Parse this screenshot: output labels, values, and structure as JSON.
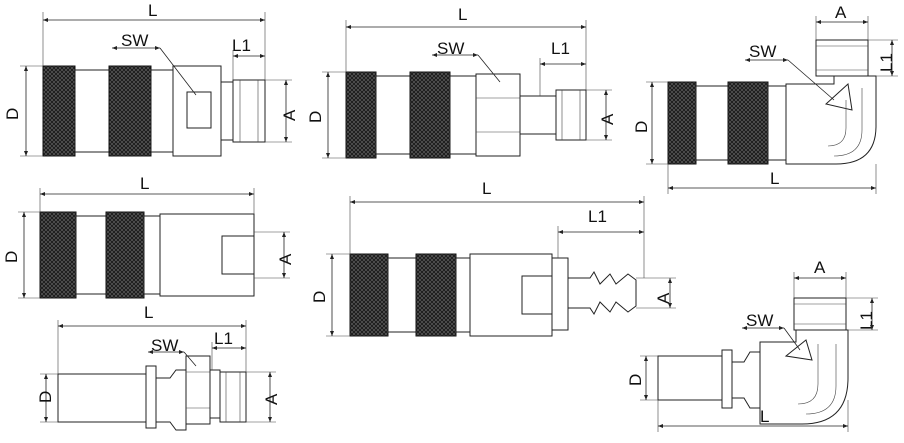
{
  "labels": {
    "length": "L",
    "length1": "L1",
    "diameter": "D",
    "thread": "A",
    "wrench": "SW"
  },
  "figures": [
    {
      "name": "coupler-male-thread",
      "labels": [
        "L",
        "SW",
        "L1",
        "D",
        "A"
      ]
    },
    {
      "name": "coupler-hex-male-thread",
      "labels": [
        "L",
        "SW",
        "L1",
        "D",
        "A"
      ]
    },
    {
      "name": "coupler-elbow-thread",
      "labels": [
        "A",
        "SW",
        "L1",
        "D",
        "L"
      ]
    },
    {
      "name": "coupler-female-thread",
      "labels": [
        "L",
        "D",
        "A"
      ]
    },
    {
      "name": "coupler-hose-barb",
      "labels": [
        "L",
        "L1",
        "D",
        "A"
      ]
    },
    {
      "name": "plug-bulkhead-thread",
      "labels": [
        "L",
        "SW",
        "L1",
        "D",
        "A"
      ]
    },
    {
      "name": "plug-elbow-thread",
      "labels": [
        "A",
        "SW",
        "L1",
        "D",
        "L"
      ]
    }
  ],
  "colors": {
    "line": "#222222",
    "knurl": "#111111",
    "background": "#ffffff"
  }
}
